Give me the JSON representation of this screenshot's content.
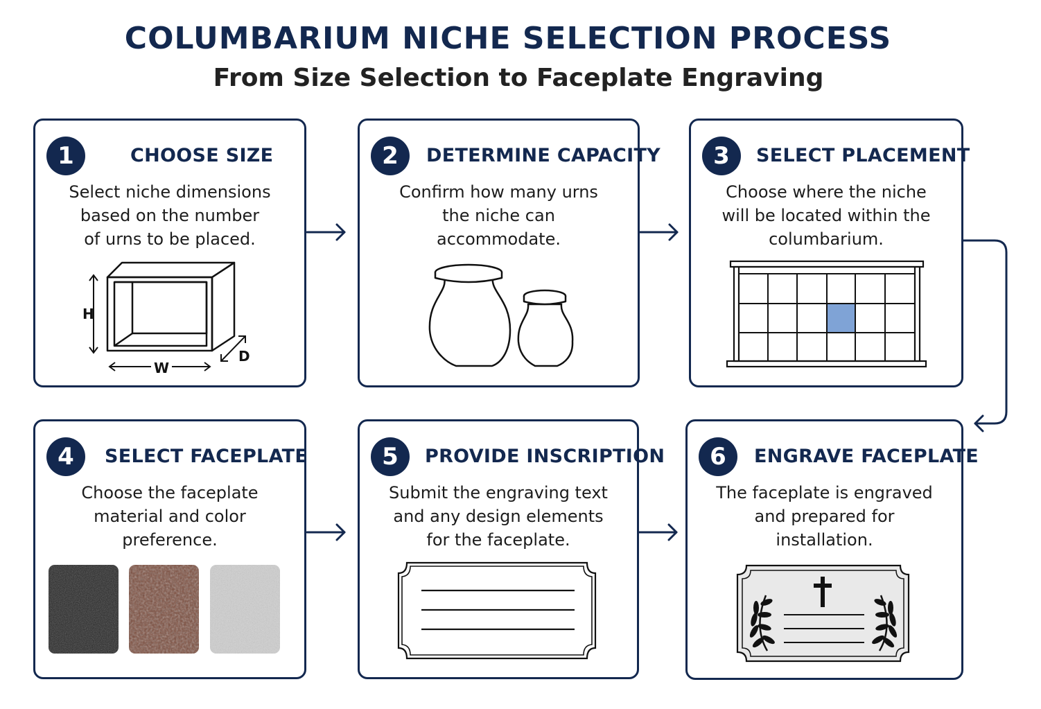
{
  "title": "COLUMBARIUM NICHE  SELECTION PROCESS",
  "subtitle": "From Size Selection to Faceplate Engraving",
  "colors": {
    "navy": "#13284f",
    "highlight_niche": "#7fa3d6",
    "swatch_black": "#222222",
    "swatch_brown": "#7a4a3a",
    "swatch_gray": "#cfcfcf"
  },
  "steps": [
    {
      "number": "1",
      "title": "CHOOSE SIZE",
      "desc": [
        "Select niche dimensions",
        "based on the number",
        "of urns to be placed."
      ]
    },
    {
      "number": "2",
      "title": "DETERMINE CAPACITY",
      "desc": [
        "Confirm how many urns",
        "the niche can",
        "accommodate."
      ]
    },
    {
      "number": "3",
      "title": "SELECT PLACEMENT",
      "desc": [
        "Choose where the niche",
        "will be located within the",
        "columbarium."
      ]
    },
    {
      "number": "4",
      "title": "SELECT FACEPLATE",
      "desc": [
        "Choose the faceplate",
        "material and color",
        "preference."
      ]
    },
    {
      "number": "5",
      "title": "PROVIDE INSCRIPTION",
      "desc": [
        "Submit the engraving text",
        "and any design elements",
        "for the faceplate."
      ]
    },
    {
      "number": "6",
      "title": "ENGRAVE FACEPLATE",
      "desc": [
        "The faceplate is engraved",
        "and prepared for",
        "installation."
      ]
    }
  ],
  "dimension_labels": {
    "height": "H",
    "width": "W",
    "depth": "D"
  },
  "icons": {
    "step1": "niche-box-dimensions-icon",
    "step2": "urns-icon",
    "step3": "columbarium-wall-icon",
    "step4": "faceplate-swatches",
    "step5": "blank-plaque-icon",
    "step6": "engraved-plaque-icon"
  }
}
